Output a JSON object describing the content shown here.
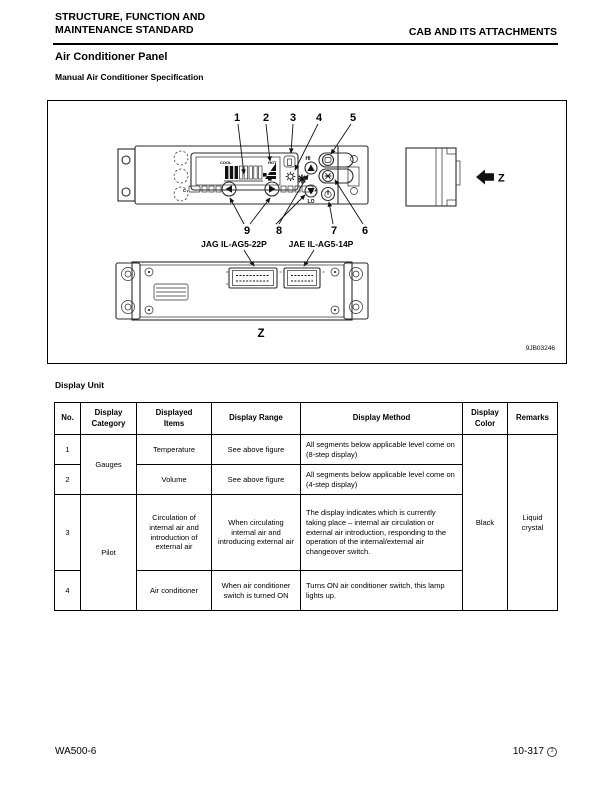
{
  "header": {
    "left_line1": "STRUCTURE, FUNCTION AND",
    "left_line2": "MAINTENANCE STANDARD",
    "right": "CAB AND ITS ATTACHMENTS"
  },
  "page": {
    "title": "Air Conditioner Panel",
    "subtitle": "Manual Air Conditioner Specification",
    "section2_title": "Display Unit"
  },
  "figure": {
    "callouts": [
      "1",
      "2",
      "3",
      "4",
      "5",
      "6",
      "7",
      "8",
      "9"
    ],
    "display_labels": {
      "cool": "COOL",
      "hot": "HOT",
      "hi": "HI",
      "lo": "LO",
      "c": "C",
      "h": "H"
    },
    "icons": [
      "temperature-bars",
      "fan-level-indicator",
      "recirculation-icon",
      "sun-icon",
      "up-arrow-button",
      "down-arrow-button",
      "left-arrow-button",
      "right-arrow-button",
      "fan-icon",
      "mode-button",
      "ac-button",
      "power-button"
    ],
    "connector_left_label": "JAG IL-AG5-22P",
    "connector_right_label": "JAE IL-AG5-14P",
    "view_arrow_label": "Z",
    "rear_view_label": "Z",
    "figure_code": "9JB03246"
  },
  "table": {
    "headers": [
      "No.",
      "Display\nCategory",
      "Displayed\nItems",
      "Display Range",
      "Display Method",
      "Display\nColor",
      "Remarks"
    ],
    "groups": {
      "gauges": "Gauges",
      "pilot": "Pilot"
    },
    "rows": [
      {
        "no": "1",
        "items": "Temperature",
        "range": "See above figure",
        "method": "All segments below applicable level come on (8-step display)"
      },
      {
        "no": "2",
        "items": "Volume",
        "range": "See above figure",
        "method": "All segments below applicable level come on (4-step display)"
      },
      {
        "no": "3",
        "items": "Circulation of internal air and introduction of external air",
        "range": "When circulating internal air and introducing external air",
        "method": "The display indicates which is currently taking place – internal air circulation or external air introduction, responding to the operation of the internal/external air changeover switch."
      },
      {
        "no": "4",
        "items": "Air conditioner",
        "range": "When air conditioner switch is turned ON",
        "method": "Turns ON air conditioner switch, this lamp lights up."
      }
    ],
    "display_color": "Black",
    "remarks": "Liquid crystal"
  },
  "footer": {
    "model": "WA500-6",
    "page_number": "10-317",
    "page_badge": "3"
  }
}
